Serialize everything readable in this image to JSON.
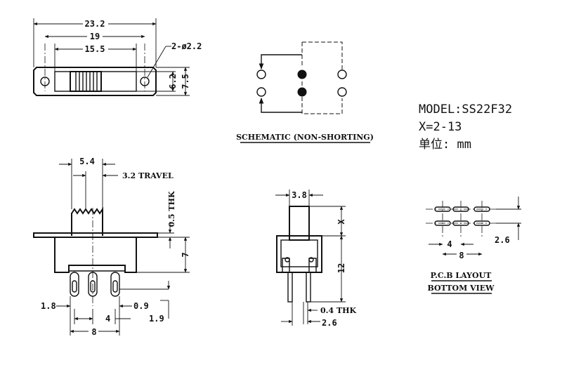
{
  "top_view": {
    "dim_overall": "23.2",
    "dim_mount": "19",
    "dim_body": "15.5",
    "dim_holes": "2-ø2.2",
    "dim_height_outer": "7.5",
    "dim_height_inner": "6.2"
  },
  "schematic": {
    "label": "SCHEMATIC (NON-SHORTING)"
  },
  "model_info": {
    "model": "MODEL:SS22F32",
    "x_range": "X=2-13",
    "unit": "单位: mm"
  },
  "side_view": {
    "dim_actuator": "5.4",
    "dim_travel": "3.2 TRAVEL",
    "dim_thk": "0.5 THK",
    "dim_height": "7",
    "dim_pin_left": "1.8",
    "dim_pin_pitch": "4",
    "dim_pin_right": "0.9",
    "dim_pin_offset": "1.9",
    "dim_total": "8"
  },
  "end_view": {
    "dim_width": "3.8",
    "dim_x": "X",
    "dim_height": "12",
    "dim_thk": "0.4 THK",
    "dim_base": "2.6"
  },
  "pcb_layout": {
    "dim_pitch": "4",
    "dim_row": "2.6",
    "dim_total": "8",
    "title_line1": "P.C.B LAYOUT",
    "title_line2": "BOTTOM VIEW"
  }
}
